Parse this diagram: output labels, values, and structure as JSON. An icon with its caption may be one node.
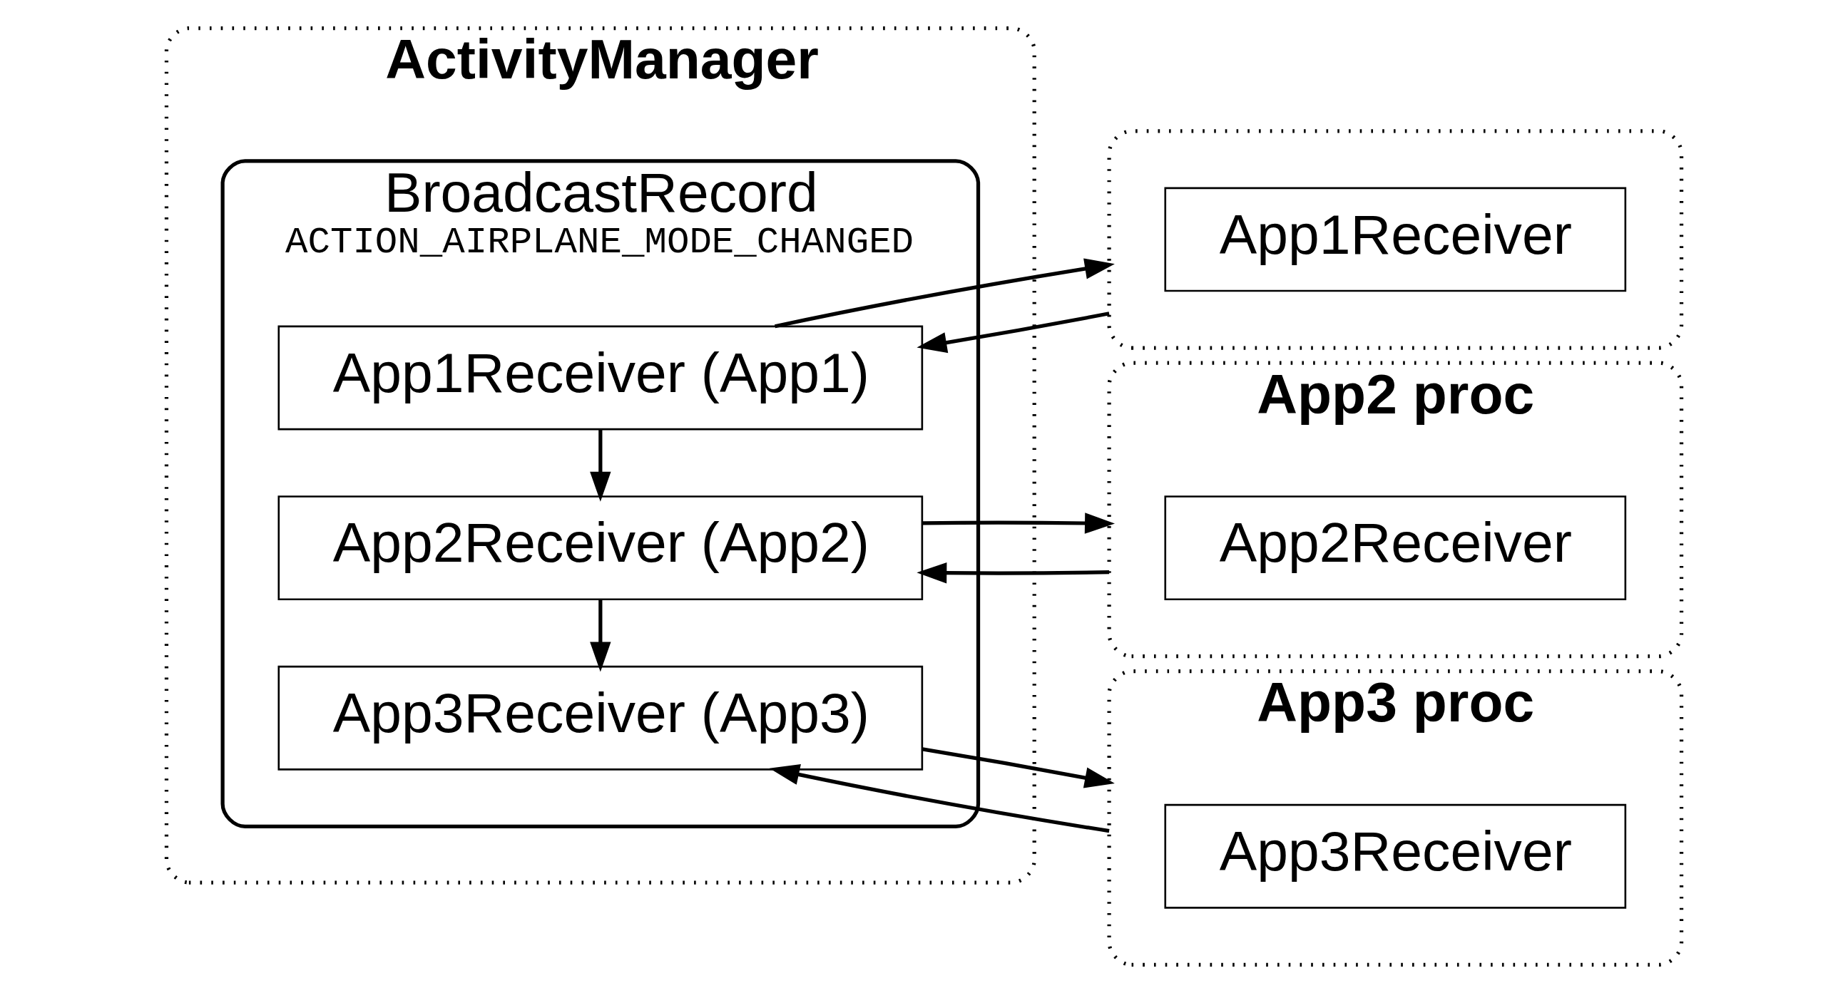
{
  "diagram": {
    "nodes": [
      {
        "text": [
          "ActivityManager"
        ]
      },
      {
        "text": [
          "BroadcastRecord",
          "ACTION_AIRPLANE_MODE_CHANGED"
        ],
        "in": 0
      },
      {
        "text": [
          "App1Receiver (App1)"
        ],
        "in": 1
      },
      {
        "text": [
          "App2Receiver (App2)"
        ],
        "in": 1
      },
      {
        "text": [
          "App3Receiver (App3)"
        ],
        "in": 1
      },
      {
        "text": [],
        "shape": "ellipse"
      },
      {
        "text": [
          "App1Receiver"
        ],
        "in": 5
      },
      {
        "text": [
          "App2 proc"
        ]
      },
      {
        "text": [
          "App2Receiver"
        ],
        "in": 7
      },
      {
        "text": [
          "App3 proc"
        ]
      },
      {
        "text": [
          "App3Receiver"
        ],
        "in": 9
      }
    ],
    "edges": [
      {
        "from": 2,
        "to": 5,
        "arrow": "to"
      },
      {
        "from": 5,
        "to": 2,
        "arrow": "to"
      },
      {
        "from": 2,
        "to": 3,
        "arrow": "to"
      },
      {
        "from": 3,
        "to": 7,
        "arrow": "to"
      },
      {
        "from": 7,
        "to": 3,
        "arrow": "to"
      },
      {
        "from": 3,
        "to": 4,
        "arrow": "to"
      },
      {
        "from": 4,
        "to": 9,
        "arrow": "to"
      },
      {
        "from": 9,
        "to": 4,
        "arrow": "to"
      }
    ]
  }
}
